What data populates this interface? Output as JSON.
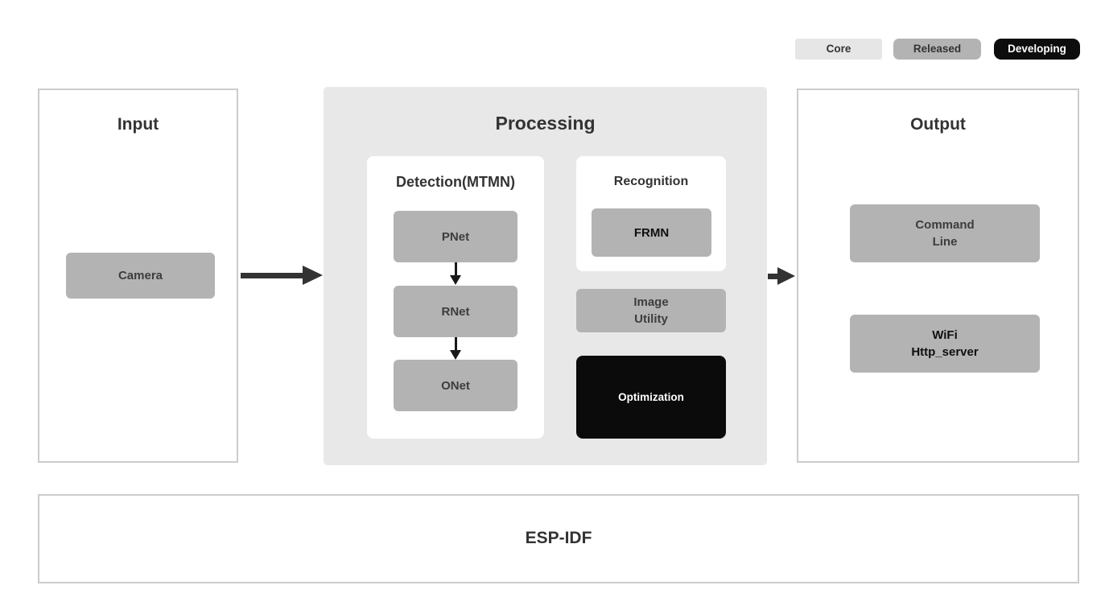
{
  "legend": {
    "items": [
      {
        "id": "core",
        "label": "Core",
        "bg": "#e6e6e6",
        "text_color": "#333333"
      },
      {
        "id": "released",
        "label": "Released",
        "bg": "#b3b3b3",
        "text_color": "#333333"
      },
      {
        "id": "developing",
        "label": "Developing",
        "bg": "#0d0d0d",
        "text_color": "#ffffff"
      }
    ]
  },
  "panels": {
    "input": {
      "title": "Input",
      "blocks": [
        {
          "label": "Camera",
          "status": "released"
        }
      ]
    },
    "processing": {
      "title": "Processing",
      "detection": {
        "title": "Detection(MTMN)",
        "stages": [
          {
            "label": "PNet",
            "status": "released"
          },
          {
            "label": "RNet",
            "status": "released"
          },
          {
            "label": "ONet",
            "status": "released"
          }
        ]
      },
      "recognition": {
        "title": "Recognition",
        "blocks": [
          {
            "label": "FRMN",
            "status": "released"
          }
        ]
      },
      "image_utility": {
        "line1": "Image",
        "line2": "Utility",
        "status": "released"
      },
      "optimization": {
        "label": "Optimization",
        "status": "developing"
      }
    },
    "output": {
      "title": "Output",
      "blocks": [
        {
          "line1": "Command",
          "line2": "Line",
          "status": "released"
        },
        {
          "line1": "WiFi",
          "line2": "Http_server",
          "status": "released"
        }
      ]
    },
    "foundation": {
      "title": "ESP-IDF"
    }
  },
  "colors": {
    "page_background": "#ffffff",
    "panel_border": "#cccccc",
    "processing_background": "#e8e8e8",
    "released_block": "#b3b3b3",
    "core_block": "#e6e6e6",
    "developing_block": "#0d0d0d",
    "arrow": "#333333",
    "title_text": "#333333"
  }
}
